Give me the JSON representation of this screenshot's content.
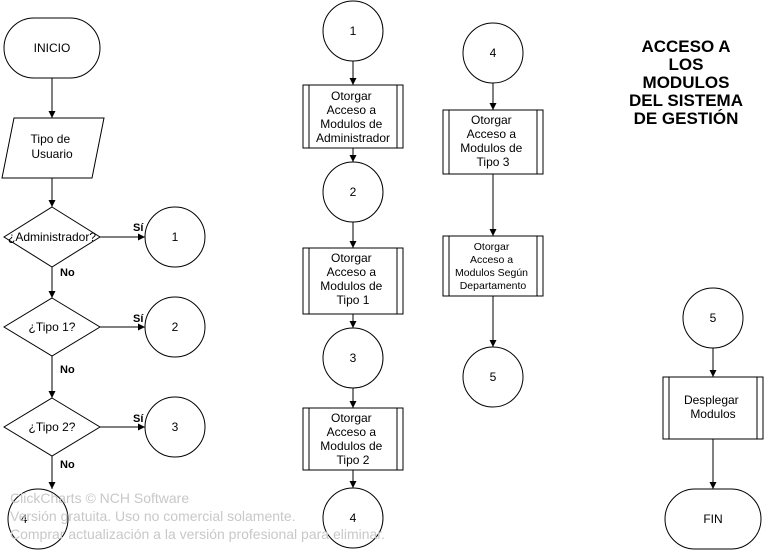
{
  "title_lines": [
    "ACCESO A",
    "LOS",
    "MODULOS",
    "DEL SISTEMA",
    "DE GESTIÓN"
  ],
  "watermark_lines": [
    "ClickCharts © NCH Software",
    "Versión gratuita. Uso no comercial solamente.",
    "Comprar actualización a la versión profesional para eliminar."
  ],
  "labels": {
    "inicio": "INICIO",
    "fin": "FIN",
    "tipo_usuario": [
      "Tipo de",
      "Usuario"
    ],
    "q_admin": "¿Administrador?",
    "q_tipo1": "¿Tipo 1?",
    "q_tipo2": "¿Tipo 2?",
    "yes": "Sí",
    "no": "No",
    "p_admin": [
      "Otorgar",
      "Acceso a",
      "Modulos de",
      "Administrador"
    ],
    "p_tipo1": [
      "Otorgar",
      "Acceso a",
      "Modulos de",
      "Tipo 1"
    ],
    "p_tipo2": [
      "Otorgar",
      "Acceso a",
      "Modulos de",
      "Tipo 2"
    ],
    "p_tipo3": [
      "Otorgar",
      "Acceso a",
      "Modulos de",
      "Tipo 3"
    ],
    "p_depto": [
      "Otorgar",
      "Acceso a",
      "Modulos Según",
      "Departamento"
    ],
    "p_desplegar": [
      "Desplegar",
      "Modulos"
    ],
    "c1": "1",
    "c2": "2",
    "c3": "3",
    "c4": "4",
    "c5": "5"
  }
}
